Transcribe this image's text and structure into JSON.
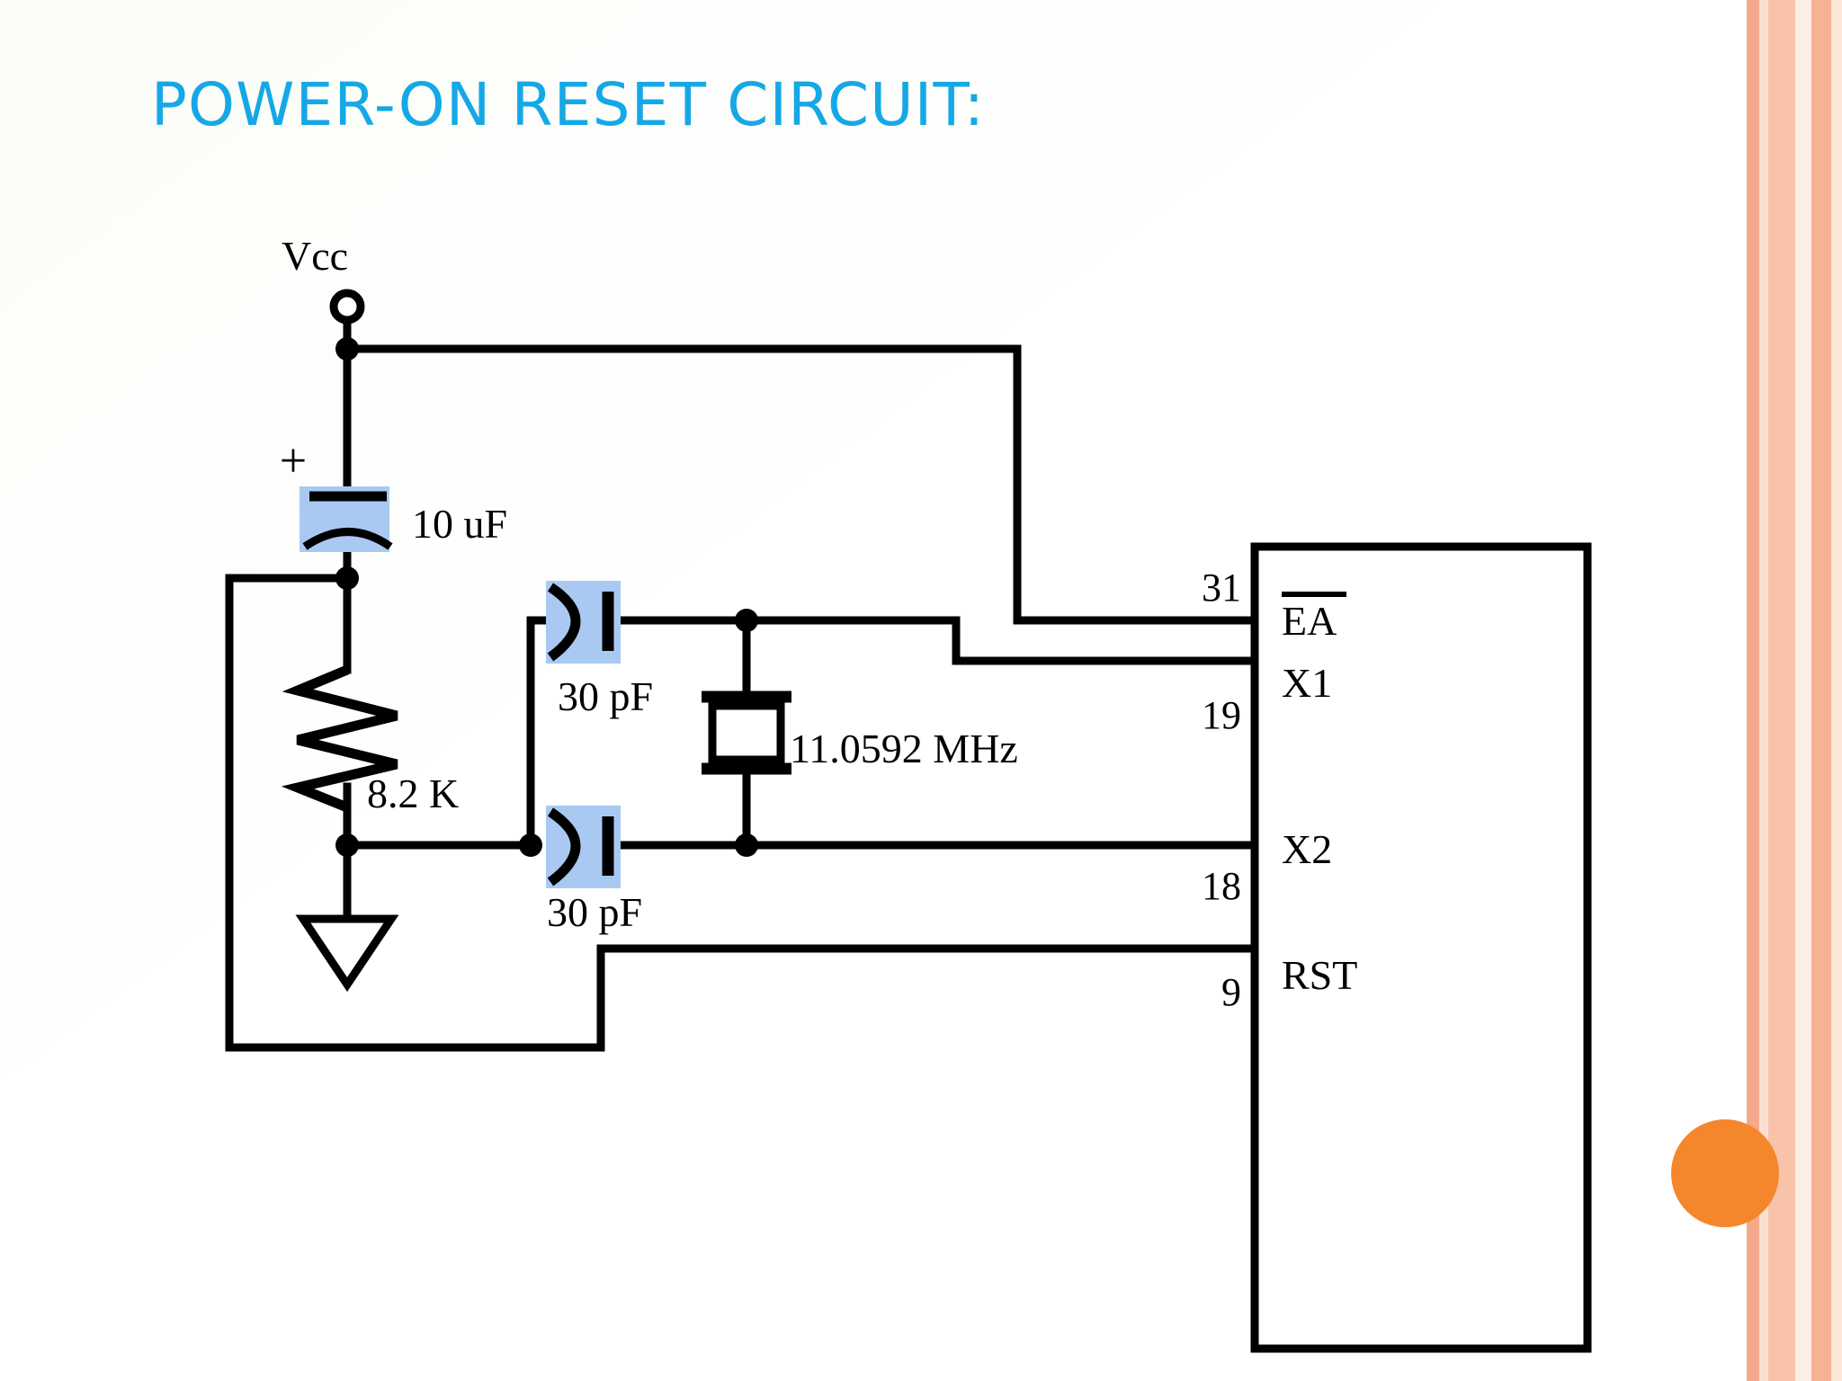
{
  "slide": {
    "title": "POWER-ON RESET CIRCUIT:",
    "title_color": "#16a8e6",
    "background": "#ffffff",
    "accent_dot_color": "#f4872c",
    "highlight_color": "#a9c9f2",
    "wire_color": "#000000"
  },
  "circuit": {
    "supply": {
      "label": "Vcc",
      "terminal_icon": "open-circle-terminal"
    },
    "polarity_marker": "+",
    "components": [
      {
        "id": "c-electrolytic",
        "icon": "electrolytic-capacitor-icon",
        "label": "10 uF",
        "highlighted": true
      },
      {
        "id": "r-pullup",
        "icon": "resistor-zigzag-icon",
        "label": "8.2 K",
        "highlighted": false
      },
      {
        "id": "c-xtal-top",
        "icon": "capacitor-icon",
        "label": "30 pF",
        "highlighted": true
      },
      {
        "id": "c-xtal-bottom",
        "icon": "capacitor-icon",
        "label": "30 pF",
        "highlighted": true
      },
      {
        "id": "y-crystal",
        "icon": "crystal-icon",
        "label": "11.0592 MHz",
        "highlighted": false
      },
      {
        "id": "gnd",
        "icon": "ground-triangle-icon",
        "label": "",
        "highlighted": false
      }
    ],
    "ic": {
      "name": "microcontroller-package",
      "pins": [
        {
          "number": "31",
          "label": "EA",
          "overline": true
        },
        {
          "number": "19",
          "label": "X1",
          "overline": false
        },
        {
          "number": "18",
          "label": "X2",
          "overline": false
        },
        {
          "number": "9",
          "label": "RST",
          "overline": false
        }
      ]
    }
  }
}
